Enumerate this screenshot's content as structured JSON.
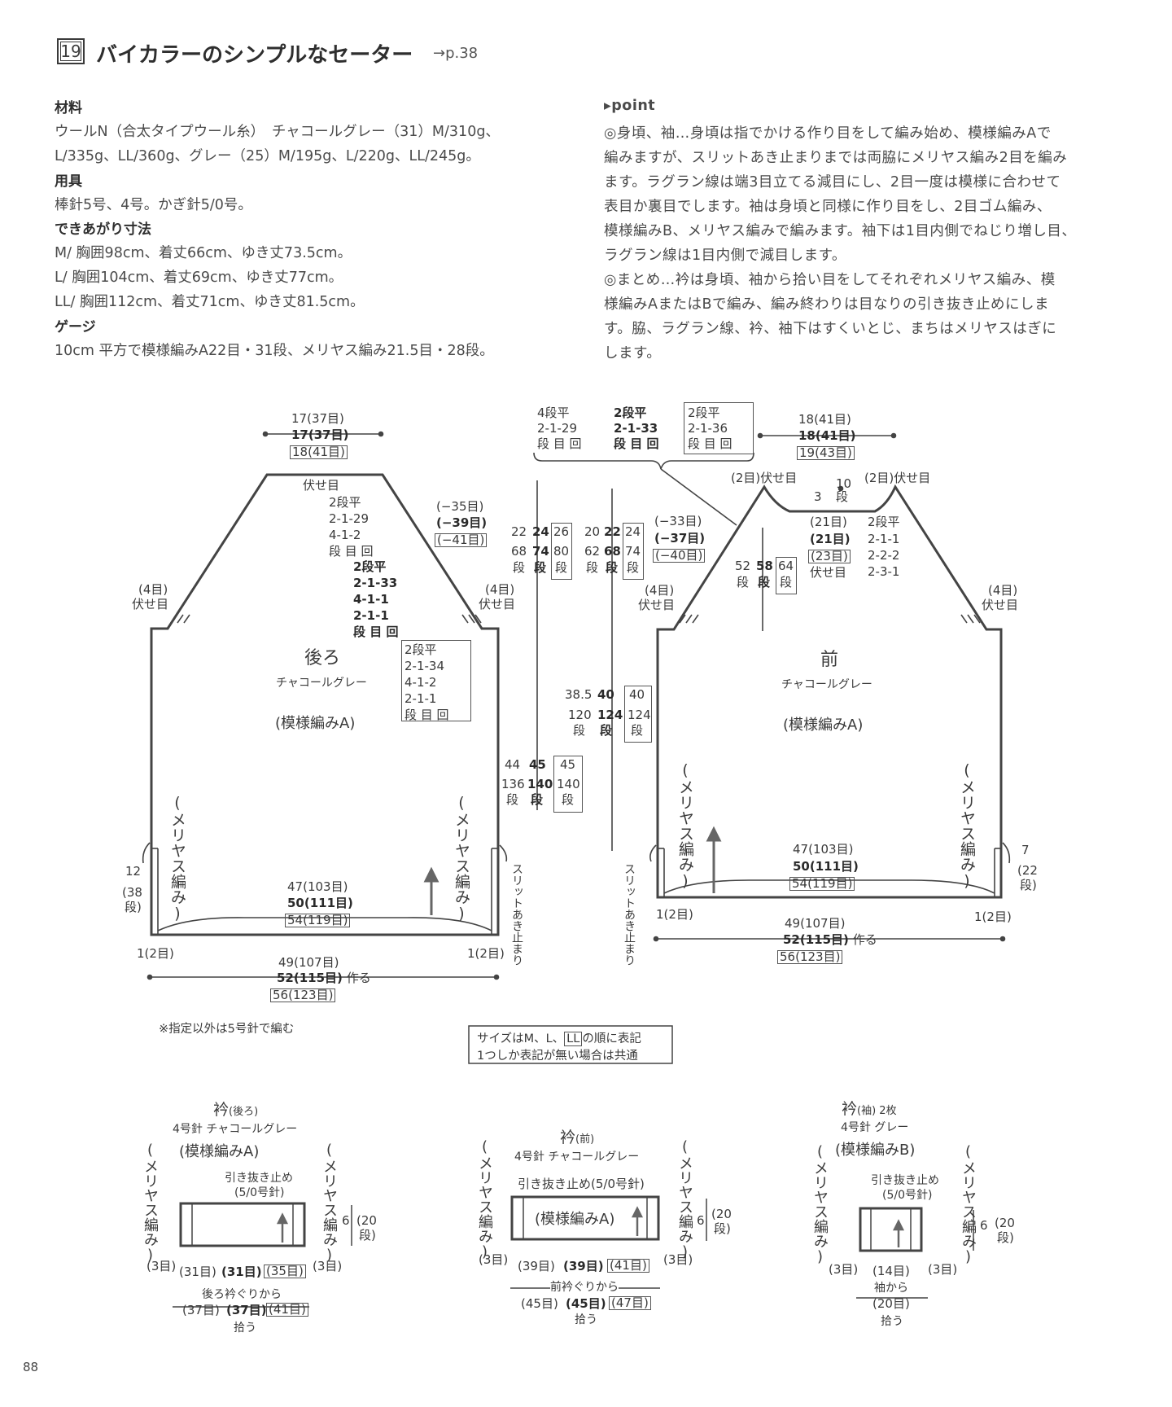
{
  "header": {
    "number": "19",
    "title": "バイカラーのシンプルなセーター",
    "page_ref": "→p.38"
  },
  "materials": {
    "heading": "材料",
    "line1": "ウールN（合太タイプウール糸）　チャコールグレー（31）M/310g、",
    "line2": "L/335g、LL/360g、グレー（25）M/195g、L/220g、LL/245g。"
  },
  "tools": {
    "heading": "用具",
    "line1": "棒針5号、4号。かぎ針5/0号。"
  },
  "sizes": {
    "heading": "できあがり寸法",
    "m": "M/ 胸囲98cm、着丈66cm、ゆき丈73.5cm。",
    "l": "L/ 胸囲104cm、着丈69cm、ゆき丈77cm。",
    "ll": "LL/ 胸囲112cm、着丈71cm、ゆき丈81.5cm。"
  },
  "gauge": {
    "heading": "ゲージ",
    "line1": "10cm 平方で模様編みA22目・31段、メリヤス編み21.5目・28段。"
  },
  "point": {
    "heading": "▸point",
    "p1": "◎身頃、袖…身頃は指でかける作り目をして編み始め、模様編みAで",
    "p2": "編みますが、スリットあき止まりまでは両脇にメリヤス編み2目を編み",
    "p3": "ます。ラグラン線は端3目立てる減目にし、2目一度は模様に合わせて",
    "p4": "表目か裏目でします。袖は身頃と同様に作り目をし、2目ゴム編み、",
    "p5": "模様編みB、メリヤス編みで編みます。袖下は1目内側でねじり増し目、",
    "p6": "ラグラン線は1目内側で減目します。",
    "p7": "◎まとめ…衿は身頃、袖から拾い目をしてそれぞれメリヤス編み、模",
    "p8": "様編みAまたはBで編み、編み終わりは目なりの引き抜き止めにしま",
    "p9": "す。脇、ラグラン線、衿、袖下はすくいとじ、まちはメリヤスはぎに",
    "p10": "します。"
  },
  "back": {
    "top_w1": "17(37目)",
    "top_w2": "17(37目)",
    "top_w3": "18(41目)",
    "bind_off": "伏せ目",
    "dec1_a": "2段平",
    "dec1_b": "2-1-29",
    "dec1_c": "4-1-2",
    "dec1_d": "段 目 回",
    "dec2_a": "2段平",
    "dec2_b": "2-1-33",
    "dec2_c": "4-1-1",
    "dec2_d": "2-1-1",
    "dec2_e": "段 目 回",
    "dec3_a": "2段平",
    "dec3_b": "2-1-34",
    "dec3_c": "4-1-2",
    "dec3_d": "2-1-1",
    "dec3_e": "段 目 回",
    "st1": "(−35目)",
    "st2": "(−39目)",
    "st3": "(−41目)",
    "left_bind": "(4目)",
    "left_bind2": "伏せ目",
    "right_bind": "(4目)",
    "right_bind2": "伏せ目",
    "name": "後ろ",
    "color": "チャコールグレー",
    "pattern": "(模様編みA)",
    "side_left": "(メリヤス編み)",
    "side_right": "(メリヤス編み)",
    "slit_h1": "12",
    "slit_h2": "(38",
    "slit_h3": "段)",
    "w_a": "47(103目)",
    "w_b": "50(111目)",
    "w_c": "54(119目)",
    "corner_l": "1(2目)",
    "corner_r": "1(2目)",
    "cast_a": "49(107目)",
    "cast_b": "52(115目)",
    "cast_b2": "作る",
    "cast_c": "56(123目)",
    "slit": "スリットあき止まり"
  },
  "center": {
    "dec_a1": "4段平",
    "dec_a2": "2-1-29",
    "dec_a3": "段 目 回",
    "dec_b1": "2段平",
    "dec_b2": "2-1-33",
    "dec_b3": "段 目 回",
    "dec_c1": "2段平",
    "dec_c2": "2-1-36",
    "dec_c3": "段 目 回",
    "r1a": "22",
    "r1b": "68",
    "r1c": "段",
    "r2a": "24",
    "r2b": "74",
    "r2c": "段",
    "r3a": "26",
    "r3b": "80",
    "r3c": "段",
    "f1a": "20",
    "f1b": "62",
    "f1c": "段",
    "f2a": "22",
    "f2b": "68",
    "f2c": "段",
    "f3a": "24",
    "f3b": "74",
    "f3c": "段",
    "m1a": "38.5",
    "m1b": "120",
    "m1c": "段",
    "m2a": "40",
    "m2b": "124",
    "m2c": "段",
    "m3a": "40",
    "m3b": "124",
    "m3c": "段",
    "l1a": "44",
    "l1b": "136",
    "l1c": "段",
    "l2a": "45",
    "l2b": "140",
    "l2c": "段",
    "l3a": "45",
    "l3b": "140",
    "l3c": "段",
    "slit": "スリットあき止まり"
  },
  "front": {
    "top_w1": "18(41目)",
    "top_w2": "18(41目)",
    "top_w3": "19(43目)",
    "bind_l": "(2目)伏せ目",
    "bind_r": "(2目)伏せ目",
    "neck_a": "10",
    "neck_b": "段",
    "neck_3": "3",
    "st1": "(−33目)",
    "st2": "(−37目)",
    "st3": "(−40目)",
    "n1": "(21目)",
    "n2": "(21目)",
    "n3": "(23目)",
    "n4": "伏せ目",
    "neckdec_a": "2段平",
    "neckdec_b": "2-1-1",
    "neckdec_c": "2-2-2",
    "neckdec_d": "2-3-1",
    "h1a": "52",
    "h1b": "段",
    "h2a": "58",
    "h2b": "段",
    "h3a": "64",
    "h3b": "段",
    "left_bind": "(4目)",
    "left_bind2": "伏せ目",
    "right_bind": "(4目)",
    "right_bind2": "伏せ目",
    "name": "前",
    "color": "チャコールグレー",
    "pattern": "(模様編みA)",
    "side_left": "(メリヤス編み)",
    "side_right": "(メリヤス編み)",
    "slit_h1": "7",
    "slit_h2": "(22",
    "slit_h3": "段)",
    "w_a": "47(103目)",
    "w_b": "50(111目)",
    "w_c": "54(119目)",
    "corner_l": "1(2目)",
    "corner_r": "1(2目)",
    "cast_a": "49(107目)",
    "cast_b": "52(115目)",
    "cast_b2": "作る",
    "cast_c": "56(123目)"
  },
  "notes": {
    "needle": "※指定以外は5号針で編む",
    "size_a": "サイズはM、L、",
    "size_box": "LL",
    "size_b": "の順に表記",
    "size_c": "1つしか表記が無い場合は共通"
  },
  "collar_back": {
    "title": "衿",
    "title_sub": "(後ろ)",
    "needle": "4号針 チャコールグレー",
    "pattern": "(模様編みA)",
    "side_l": "(メリヤス編み)",
    "side_r": "(メリヤス編み)",
    "bind": "引き抜き止め",
    "bind2": "(5/0号針)",
    "h1": "6",
    "h2": "(20",
    "h3": "段)",
    "edge_l": "(3目)",
    "edge_r": "(3目)",
    "w1": "(31目)",
    "w2": "(31目)",
    "w3": "(35目)",
    "pick": "後ろ衿ぐりから",
    "p1": "(37目)",
    "p2": "(37目)",
    "p3": "(41目)",
    "pick2": "拾う"
  },
  "collar_front": {
    "title": "衿",
    "title_sub": "(前)",
    "needle": "4号針 チャコールグレー",
    "bind": "引き抜き止め(5/0号針)",
    "pattern": "(模様編みA)",
    "side_l": "(メリヤス編み)",
    "side_r": "(メリヤス編み)",
    "h1": "6",
    "h2": "(20",
    "h3": "段)",
    "edge_l": "(3目)",
    "edge_r": "(3目)",
    "w1": "(39目)",
    "w2": "(39目)",
    "w3": "(41目)",
    "pick": "前衿ぐりから",
    "p1": "(45目)",
    "p2": "(45目)",
    "p3": "(47目)",
    "pick2": "拾う"
  },
  "collar_sleeve": {
    "title": "衿",
    "title_sub": "(袖) 2枚",
    "needle": "4号針 グレー",
    "pattern": "(模様編みB)",
    "side_l": "(メリヤス編み)",
    "side_r": "(メリヤス編み)",
    "bind": "引き抜き止め",
    "bind2": "(5/0号針)",
    "h1": "6",
    "h2": "(20",
    "h3": "段)",
    "edge_l": "(3目)",
    "edge_r": "(3目)",
    "w1": "(14目)",
    "pick": "袖から",
    "p1": "(20目)",
    "pick2": "拾う"
  },
  "page_number": "88"
}
